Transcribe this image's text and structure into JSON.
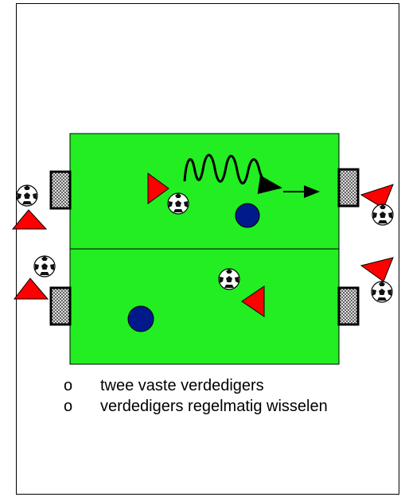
{
  "notes": {
    "bullet_glyph": "o",
    "items": [
      "twee vaste verdedigers",
      "verdedigers regelmatig wisselen"
    ]
  },
  "colors": {
    "pitch": "#22ee22",
    "defender_marker": "#ff0000",
    "player_dot": "#001a8c",
    "goal_net": "#d8d8d8"
  },
  "icons": [
    "soccer-ball-icon",
    "goal-net-icon",
    "triangle-marker-icon",
    "player-dot-icon",
    "dribble-arrow-icon"
  ]
}
